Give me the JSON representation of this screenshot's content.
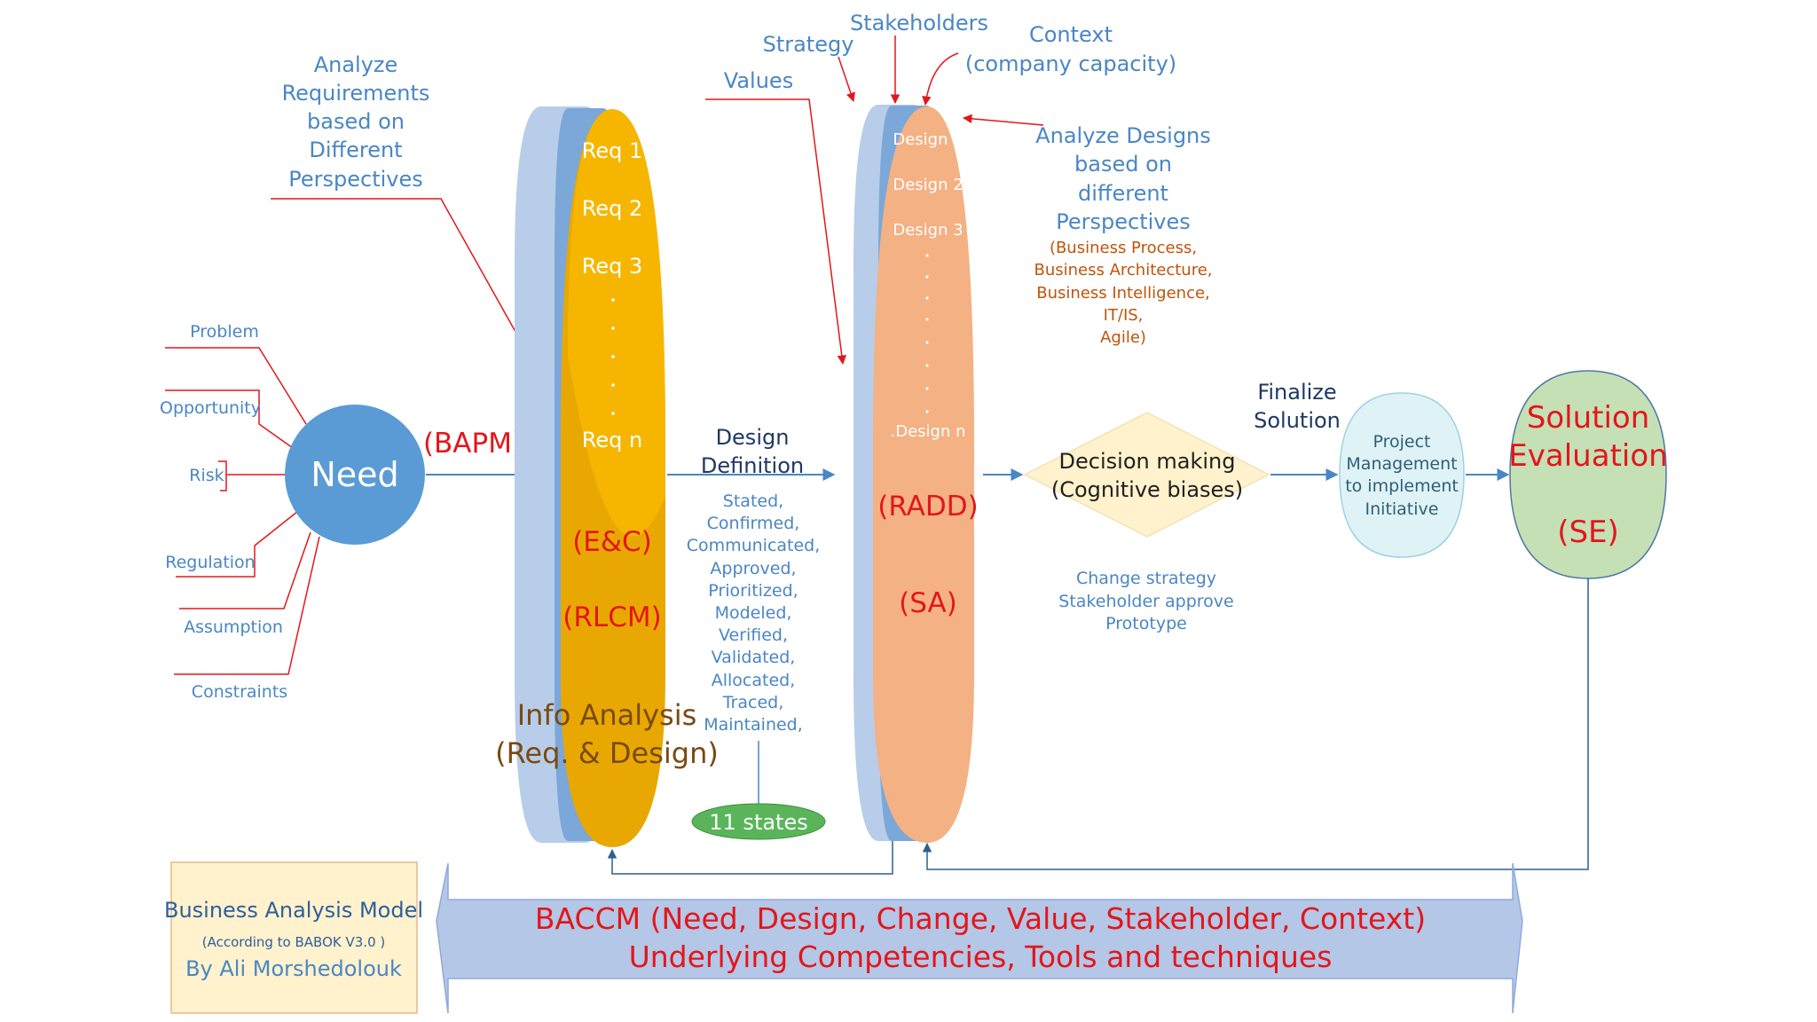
{
  "analyze_requirements": [
    "Analyze",
    "Requirements",
    "based on",
    "Different",
    "Perspectives"
  ],
  "need_factors": {
    "problem": "Problem",
    "opportunity": "Opportunity",
    "risk": "Risk",
    "regulation": "Regulation",
    "assumption": "Assumption",
    "constraints": "Constraints"
  },
  "need": "Need",
  "bapm": "(BAPM)",
  "requirements": [
    "Req 1",
    "Req 2",
    "Req 3",
    "Req n"
  ],
  "ec": "(E&C)",
  "rlcm": "(RLCM)",
  "info_analysis": [
    "Info Analysis",
    "(Req. & Design)"
  ],
  "design_definition": [
    "Design",
    "Definition"
  ],
  "states": [
    "Stated,",
    "Confirmed,",
    "Communicated,",
    "Approved,",
    "Prioritized,",
    "Modeled,",
    "Verified,",
    "Validated,",
    "Allocated,",
    "Traced,",
    "Maintained,"
  ],
  "states_count": "11 states",
  "strategy": "Strategy",
  "stakeholders": "Stakeholders",
  "context": [
    "Context",
    "(company capacity)"
  ],
  "values": "Values",
  "designs": [
    "Design 1",
    "Design 2",
    "Design 3",
    ".Design n"
  ],
  "radd": "(RADD)",
  "sa": "(SA)",
  "analyze_designs": [
    "Analyze Designs",
    "based on",
    "different",
    "Perspectives"
  ],
  "perspectives": [
    "(Business Process,",
    "Business Architecture,",
    "Business Intelligence,",
    "IT/IS,",
    "Agile)"
  ],
  "decision": [
    "Decision making",
    "(Cognitive biases)"
  ],
  "change_notes": [
    "Change strategy",
    "Stakeholder approve",
    "Prototype"
  ],
  "finalize": [
    "Finalize",
    "Solution"
  ],
  "project_mgmt": [
    "Project",
    "Management",
    "to implement",
    "Initiative"
  ],
  "solution_eval": [
    "Solution",
    "Evaluation",
    "(SE)"
  ],
  "baccm": [
    "BACCM (Need, Design, Change, Value, Stakeholder, Context)",
    "Underlying Competencies, Tools and techniques"
  ],
  "model_box": [
    "Business Analysis Model",
    "(According to BABOK V3.0 )",
    "By Ali Morshedolouk"
  ],
  "colors": {
    "blue_text": "#4a86c5",
    "red_text": "#e3161b",
    "brown_text": "#c0540a",
    "need_fill": "#5b9bd5",
    "req_fill": "#e8a801",
    "design_fill": "#f4b183",
    "pm_fill": "#dff3f7",
    "se_fill": "#c5e0b4",
    "decision_fill": "#fff2cc",
    "states_fill": "#5ab55a",
    "baccm_fill": "#b4c7e7",
    "model_fill": "#fff2cc"
  }
}
